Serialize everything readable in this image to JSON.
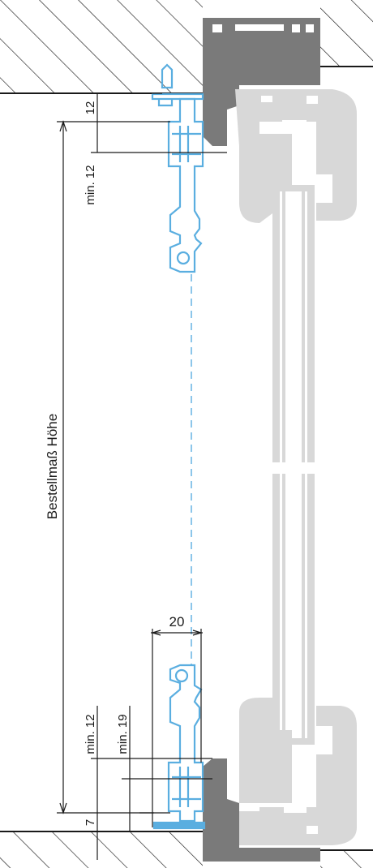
{
  "labels": {
    "height_label": "Bestellmaß Höhe",
    "top_gap": "12",
    "top_min": "min. 12",
    "width": "20",
    "bottom_min_12": "min. 12",
    "bottom_min_19": "min. 19",
    "bottom_gap": "7"
  },
  "colors": {
    "insect_screen_profile": "#5aaee0",
    "window_frame": "#d8d8d8",
    "window_frame_dark": "#7a7a7a",
    "wall_hatch": "#1a1a1a",
    "dimension_line": "#1a1a1a"
  }
}
